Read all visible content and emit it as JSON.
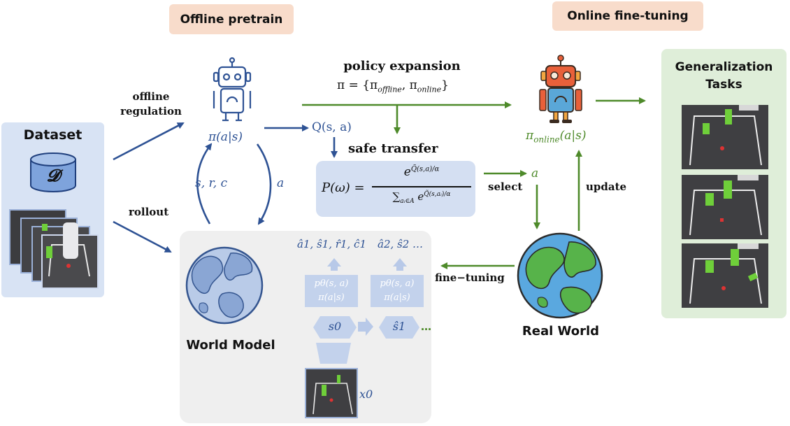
{
  "phases": {
    "offline": "Offline pretrain",
    "online": "Online fine-tuning"
  },
  "dataset": {
    "title": "Dataset",
    "symbol": "𝓓"
  },
  "edges": {
    "offline_regulation": "offline\nregulation",
    "rollout": "rollout",
    "loop_left": "s, r, c",
    "loop_right": "a",
    "policy_expansion_title": "policy expansion",
    "policy_expansion_formula": "π = {π",
    "safe_transfer": "safe transfer",
    "select": "select",
    "select_action": "a",
    "update": "update",
    "fine_tuning": "fine−tuning"
  },
  "policy": {
    "offline_label": "π(a|s)",
    "q_label": "Q(s, a)",
    "online_label": "π"
  },
  "formula": {
    "lhs": "P(ω) =",
    "num": "e",
    "den": "∑"
  },
  "world_model": {
    "title": "World Model",
    "out1": "â1, ŝ1, r̂1, ĉ1",
    "out2": "â2, ŝ2 …",
    "p_label": "pθ(s, a)",
    "pi_label": "π(a|s)",
    "s0": "s0",
    "s1": "ŝ1",
    "ellipsis": "…",
    "x0": "x0"
  },
  "real_world": {
    "title": "Real World"
  },
  "generalization": {
    "title": "Generalization\nTasks"
  },
  "colors": {
    "blue": "#2e5294",
    "green": "#4e8a2a",
    "orange": "#e8603a"
  }
}
